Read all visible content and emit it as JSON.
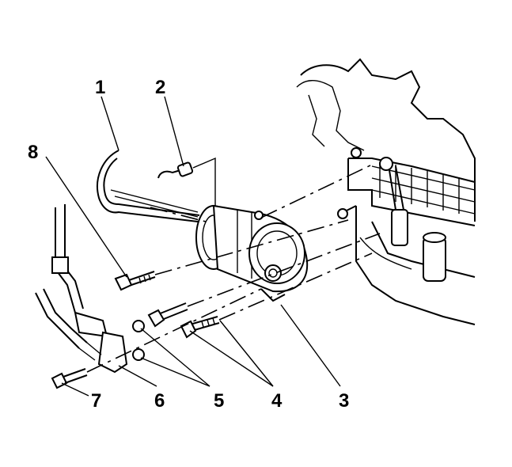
{
  "diagram": {
    "callouts": [
      {
        "id": "1",
        "label": "1"
      },
      {
        "id": "2",
        "label": "2"
      },
      {
        "id": "3",
        "label": "3"
      },
      {
        "id": "4",
        "label": "4"
      },
      {
        "id": "5",
        "label": "5"
      },
      {
        "id": "6",
        "label": "6"
      },
      {
        "id": "7",
        "label": "7"
      },
      {
        "id": "8",
        "label": "8"
      }
    ],
    "parts": [
      "drive-belt",
      "electrical-connector",
      "ac-compressor",
      "compressor-bolt",
      "o-ring-seal",
      "hose-manifold",
      "manifold-bolt",
      "long-bolt",
      "engine-block"
    ]
  }
}
